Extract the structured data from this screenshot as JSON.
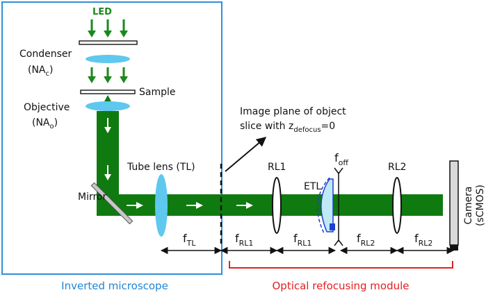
{
  "labels": {
    "led": "LED",
    "condenser": "Condenser",
    "na_c_main": "(NA",
    "na_c_sub": "c",
    "na_c_close": ")",
    "sample": "Sample",
    "objective": "Objective",
    "na_o_main": "(NA",
    "na_o_sub": "o",
    "na_o_close": ")",
    "image_plane_line1": "Image plane of object",
    "image_plane_line2_pre": "slice with z",
    "image_plane_line2_sub": "defocus",
    "image_plane_line2_post": "=0",
    "tube_lens": "Tube lens (TL)",
    "mirror": "Mirror",
    "rl1": "RL1",
    "rl2": "RL2",
    "etl": "ETL",
    "f_off_main": "f",
    "f_off_sub": "off",
    "camera": "Camera",
    "scmos": "(sCMOS)",
    "inverted_microscope": "Inverted microscope",
    "optical_refocusing_module": "Optical refocusing module"
  },
  "focal_distances": [
    {
      "main": "f",
      "sub": "TL"
    },
    {
      "main": "f",
      "sub": "RL1"
    },
    {
      "main": "f",
      "sub": "RL1"
    },
    {
      "main": "f",
      "sub": "RL2"
    },
    {
      "main": "f",
      "sub": "RL2"
    }
  ],
  "colors": {
    "beam_green": "#0f7a0f",
    "arrow_green": "#1a8a1a",
    "led_green": "#1a8a1a",
    "lens_blue": "#5fc8ee",
    "microscope_box_blue": "#2f8fd8",
    "microscope_label_blue": "#1f86d6",
    "refocus_red": "#e32020",
    "etl_blue": "#1f3fcf",
    "mirror_gray": "#c8c8c8",
    "camera_gray": "#d9d9d9"
  },
  "icons": {
    "light_arrows": "down-arrow-icon",
    "beam_arrows": "right-arrow-icon",
    "distance_arrows": "double-headed-arrow-icon"
  }
}
